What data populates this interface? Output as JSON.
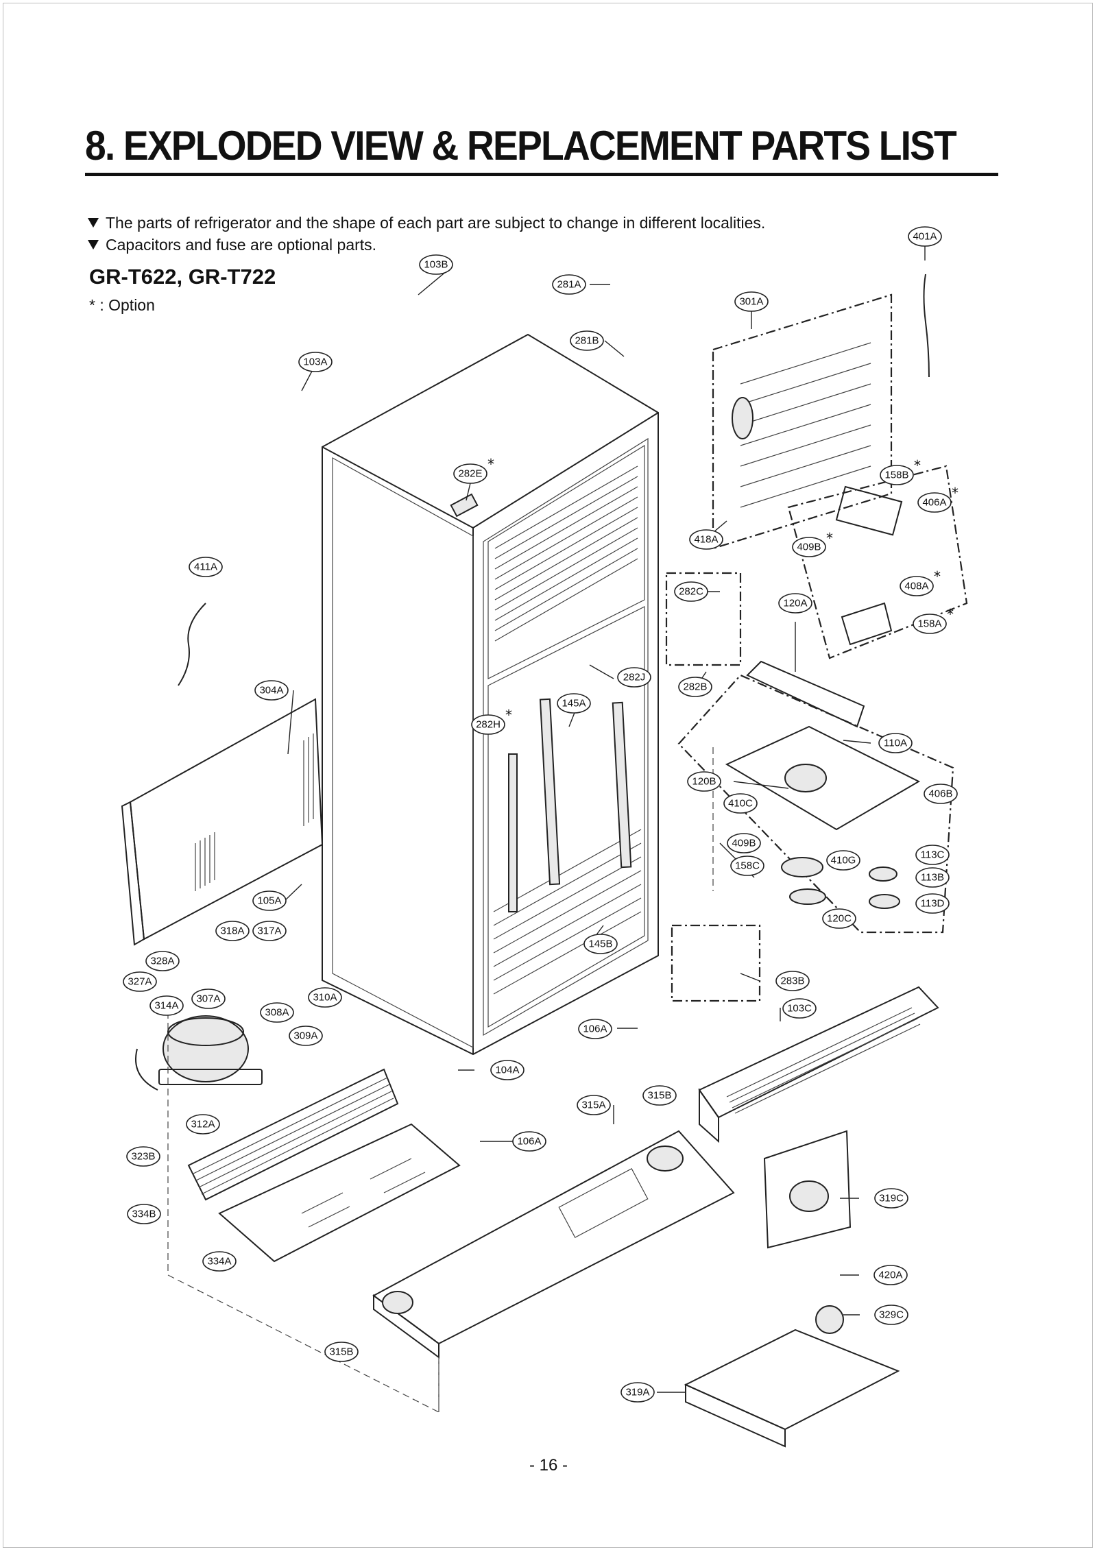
{
  "page": {
    "title": "8. EXPLODED VIEW & REPLACEMENT PARTS LIST",
    "notes": [
      "The parts of refrigerator and the shape of each part are subject to change in different localities.",
      "Capacitors and fuse are optional parts."
    ],
    "models": "GR-T622, GR-T722",
    "option_legend": "* : Option",
    "page_number": "- 16 -"
  },
  "callouts": {
    "c103B": "103B",
    "c103A": "103A",
    "c281A": "281A",
    "c281B": "281B",
    "c301A": "301A",
    "c401A": "401A",
    "c282E": "282E",
    "c158B": "158B",
    "c406A": "406A",
    "c418A": "418A",
    "c409B_top": "409B",
    "c408A": "408A",
    "c158A": "158A",
    "c411A": "411A",
    "c282C": "282C",
    "c120A": "120A",
    "c282J": "282J",
    "c282B": "282B",
    "c304A": "304A",
    "c145A": "145A",
    "c282H": "282H",
    "c110A": "110A",
    "c120B": "120B",
    "c406B": "406B",
    "c410C": "410C",
    "c409B_mid": "409B",
    "c410G": "410G",
    "c113C": "113C",
    "c158C": "158C",
    "c113B": "113B",
    "c113D": "113D",
    "c120C": "120C",
    "c105A": "105A",
    "c318A": "318A",
    "c317A": "317A",
    "c145B": "145B",
    "c328A": "328A",
    "c283B": "283B",
    "c327A": "327A",
    "c307A": "307A",
    "c310A": "310A",
    "c314A": "314A",
    "c308A": "308A",
    "c103C": "103C",
    "c106A_top": "106A",
    "c309A": "309A",
    "c104A": "104A",
    "c315B_top": "315B",
    "c315A": "315A",
    "c312A": "312A",
    "c106A_bot": "106A",
    "c323B": "323B",
    "c319C": "319C",
    "c334B": "334B",
    "c334A": "334A",
    "c420A": "420A",
    "c329C": "329C",
    "c315B_bot": "315B",
    "c319A": "319A"
  },
  "option_marker": "*"
}
